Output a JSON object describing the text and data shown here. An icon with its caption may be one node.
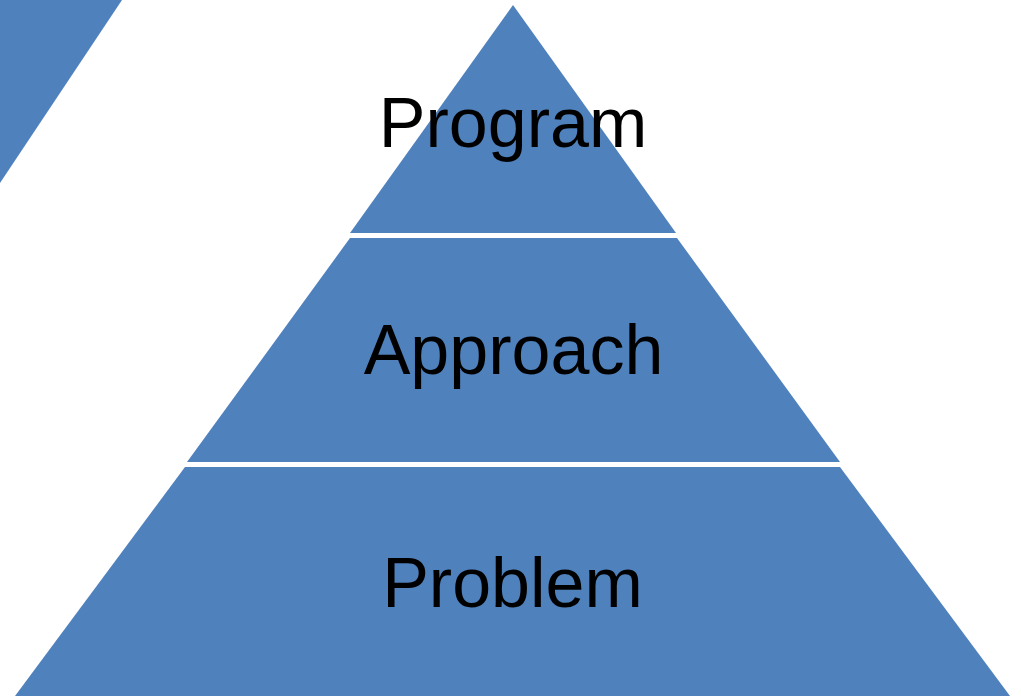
{
  "diagram": {
    "nodes": [
      {
        "text": [
          "Program"
        ]
      },
      {
        "text": [
          "Approach"
        ]
      },
      {
        "text": [
          "Problem"
        ]
      }
    ]
  }
}
